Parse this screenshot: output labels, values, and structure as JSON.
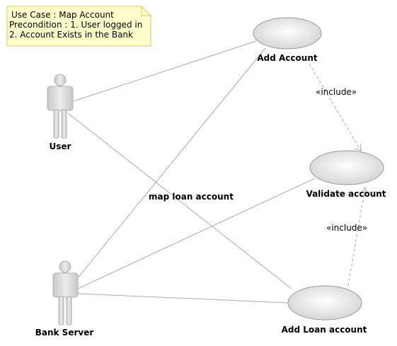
{
  "colors": {
    "background": "#ffffff",
    "note_fill": "#ffffcc",
    "note_border": "#cccc66",
    "usecase_fill_center": "#ffffff",
    "usecase_fill_edge": "#d3d3d3",
    "usecase_border": "#999999",
    "actor_fill": "#d9d9d9",
    "actor_border": "#b0b0b0",
    "line": "#a9a9a9"
  },
  "note": {
    "lines": [
      "Use Case : Map Account",
      "Precondition : 1. User logged in",
      "2. Account Exists in the Bank"
    ]
  },
  "actors": {
    "user": {
      "label": "User"
    },
    "bank_server": {
      "label": "Bank Server"
    }
  },
  "use_cases": {
    "add_account": {
      "label": "Add Account"
    },
    "validate_account": {
      "label": "Validate account"
    },
    "add_loan_account": {
      "label": "Add Loan account"
    }
  },
  "relationships": {
    "include_1": {
      "label": "«include»"
    },
    "include_2": {
      "label": "«include»"
    },
    "map_loan": {
      "label": "map loan account"
    }
  }
}
